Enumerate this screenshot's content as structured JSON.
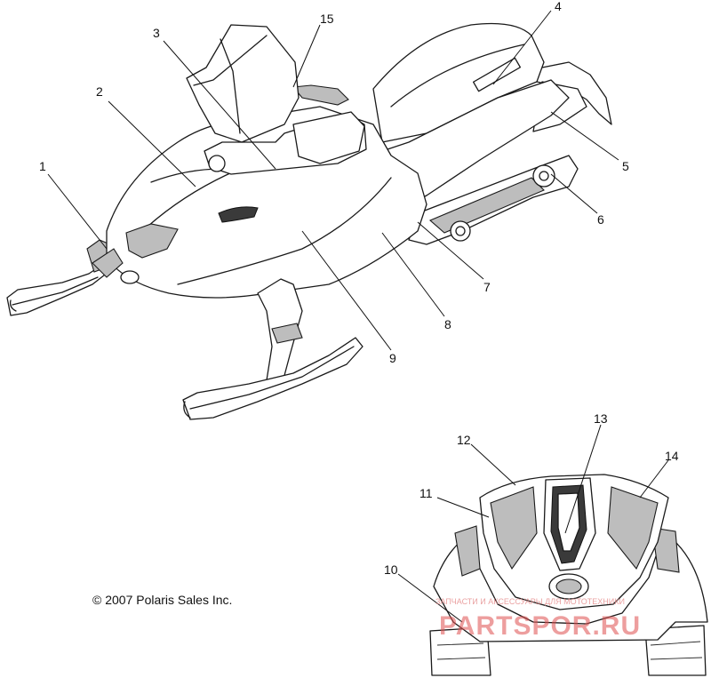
{
  "callouts": [
    {
      "label": "1"
    },
    {
      "label": "2"
    },
    {
      "label": "3"
    },
    {
      "label": "4"
    },
    {
      "label": "5"
    },
    {
      "label": "6"
    },
    {
      "label": "7"
    },
    {
      "label": "8"
    },
    {
      "label": "9"
    },
    {
      "label": "10"
    },
    {
      "label": "11"
    },
    {
      "label": "12"
    },
    {
      "label": "13"
    },
    {
      "label": "14"
    },
    {
      "label": "15"
    }
  ],
  "copyright": "© 2007 Polaris Sales Inc.",
  "watermark": {
    "tagline": "ЗАПЧАСТИ И АКСЕССУАРЫ ДЛЯ МОТОТЕХНИКИ",
    "logo": "PARTSPOR.RU"
  },
  "colors": {
    "line": "#1a1a1a",
    "watermark": "#e05050"
  }
}
